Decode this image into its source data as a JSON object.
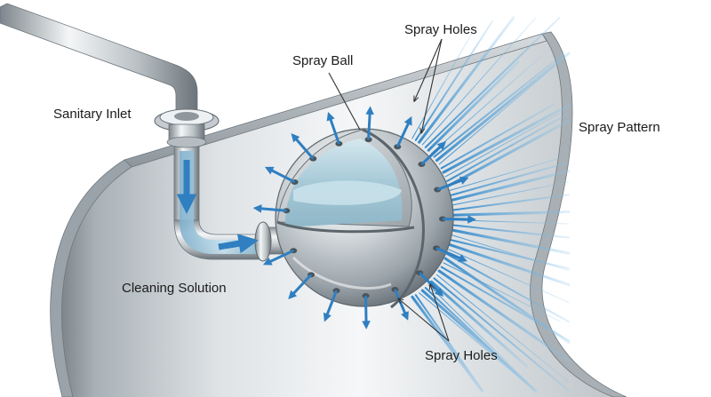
{
  "labels": {
    "spray_holes_top": "Spray Holes",
    "spray_ball": "Spray Ball",
    "sanitary_inlet": "Sanitary Inlet",
    "spray_pattern": "Spray Pattern",
    "cleaning_solution": "Cleaning Solution",
    "spray_holes_bottom": "Spray Holes"
  },
  "colors": {
    "flow_arrow": "#2f7fc1",
    "spray": "#5aa6dc",
    "liquid": "#a9ccd9",
    "steel_dark": "#7b858c",
    "steel_light": "#eef1f3"
  }
}
